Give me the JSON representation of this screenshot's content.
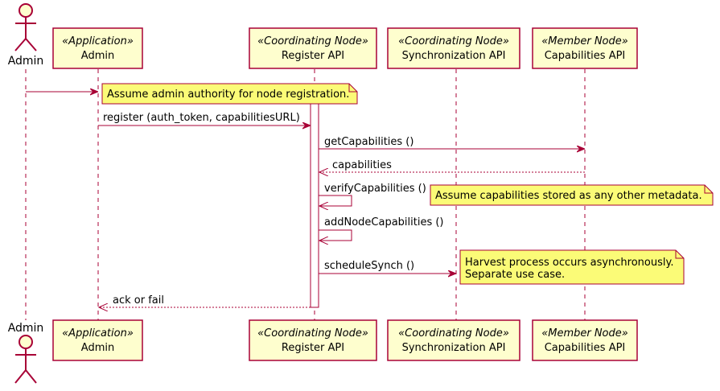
{
  "participants": [
    {
      "stereotype": "",
      "name": "Admin",
      "kind": "actor"
    },
    {
      "stereotype": "«Application»",
      "name": "Admin",
      "kind": "participant"
    },
    {
      "stereotype": "«Coordinating Node»",
      "name": "Register API",
      "kind": "participant"
    },
    {
      "stereotype": "«Coordinating Node»",
      "name": "Synchronization API",
      "kind": "participant"
    },
    {
      "stereotype": "«Member Node»",
      "name": "Capabilities API",
      "kind": "participant"
    }
  ],
  "messages": [
    {
      "from": "Admin",
      "to": "Admin (Application)",
      "label": "",
      "style": "solid"
    },
    {
      "from": "Admin (Application)",
      "to": "Register API",
      "label": "register (auth_token, capabilitiesURL)",
      "style": "solid"
    },
    {
      "from": "Register API",
      "to": "Capabilities API",
      "label": "getCapabilities ()",
      "style": "solid"
    },
    {
      "from": "Capabilities API",
      "to": "Register API",
      "label": "capabilities",
      "style": "dashed"
    },
    {
      "from": "Register API",
      "to": "Register API",
      "label": "verifyCapabilities ()",
      "style": "solid"
    },
    {
      "from": "Register API",
      "to": "Register API",
      "label": "addNodeCapabilities ()",
      "style": "solid"
    },
    {
      "from": "Register API",
      "to": "Synchronization API",
      "label": "scheduleSynch ()",
      "style": "solid"
    },
    {
      "from": "Register API",
      "to": "Admin (Application)",
      "label": "ack or fail",
      "style": "dashed"
    }
  ],
  "notes": [
    {
      "lines": [
        "Assume admin authority for node registration."
      ]
    },
    {
      "lines": [
        "Assume capabilities stored as any other metadata."
      ]
    },
    {
      "lines": [
        "Harvest process occurs asynchronously.",
        "Separate use case."
      ]
    }
  ],
  "colors": {
    "line": "#A80036",
    "participant_fill": "#FEFECE",
    "note_fill": "#FBFB77"
  }
}
